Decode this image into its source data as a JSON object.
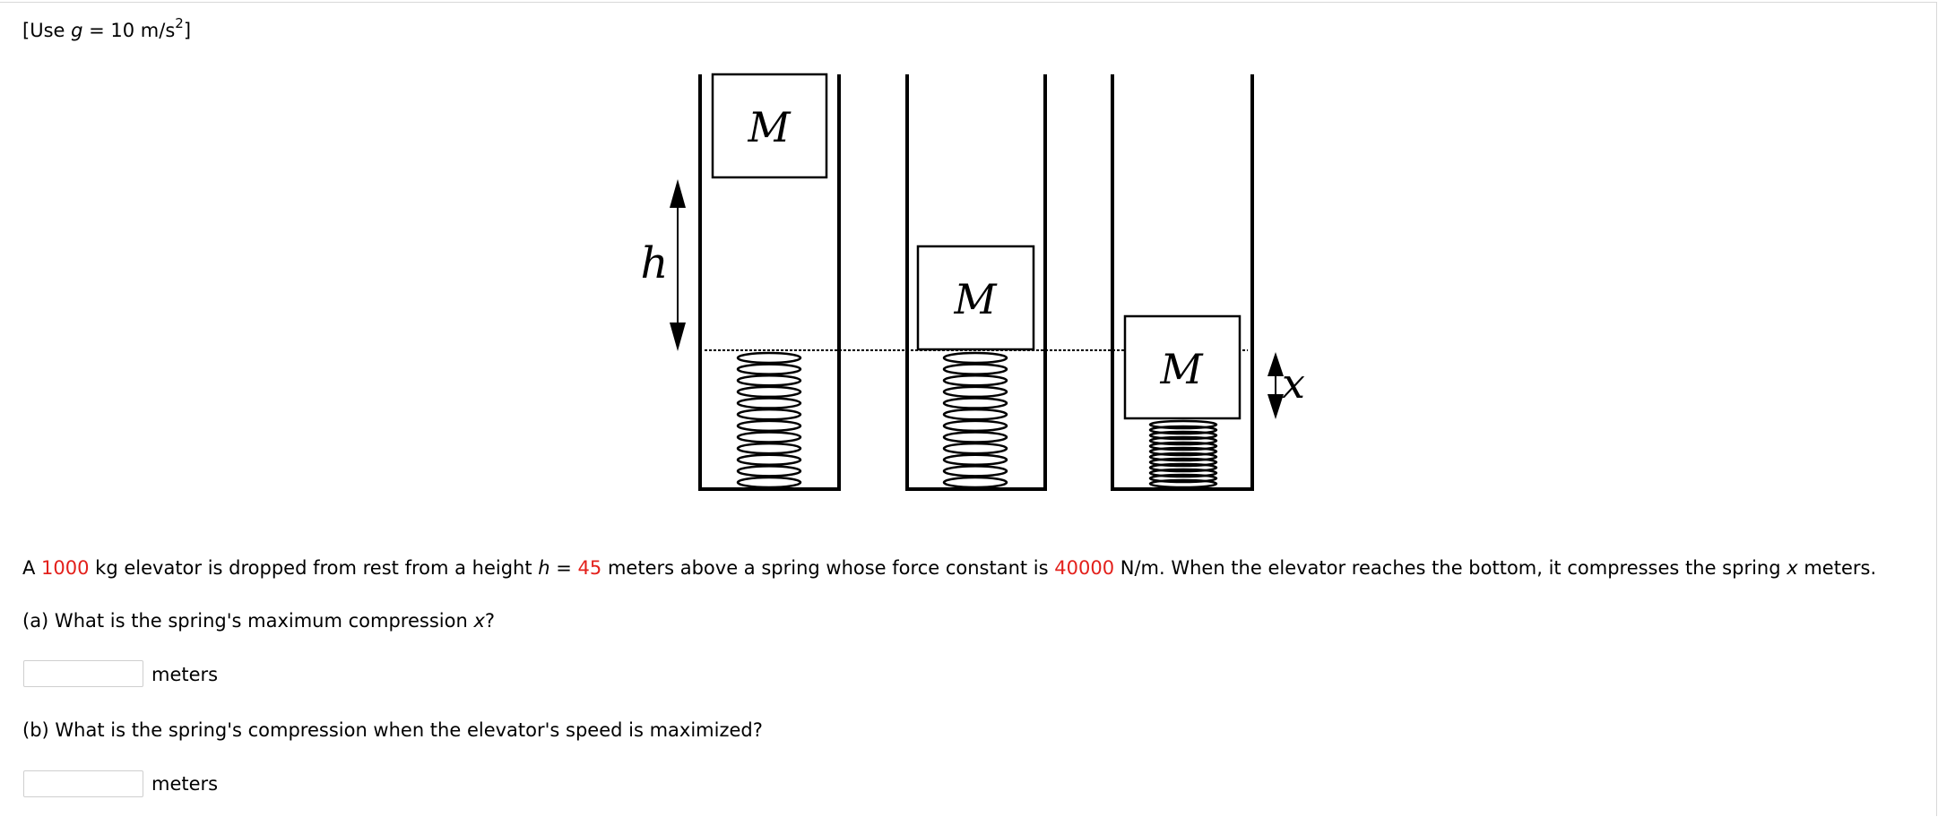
{
  "given": {
    "prefix": "[Use ",
    "var": "g",
    "eq": " = 10 m/s",
    "exp": "2",
    "suffix": "]"
  },
  "figure": {
    "mass_label": "M",
    "height_label": "h",
    "compression_label": "x"
  },
  "problem": {
    "p1": "A ",
    "mass": "1000",
    "p2": " kg elevator is dropped from rest from a height ",
    "h_var": "h",
    "p3": " = ",
    "height": "45",
    "p4": " meters above a spring whose force constant is ",
    "k": "40000",
    "p5": " N/m. When the elevator reaches the bottom, it compresses the spring ",
    "x_var": "x",
    "p6": " meters."
  },
  "part_a": {
    "text": "(a) What is the spring's maximum compression ",
    "var": "x",
    "end": "?",
    "unit": "meters",
    "value": ""
  },
  "part_b": {
    "text": "(b) What is the spring's compression when the elevator's speed is maximized?",
    "unit": "meters",
    "value": ""
  }
}
